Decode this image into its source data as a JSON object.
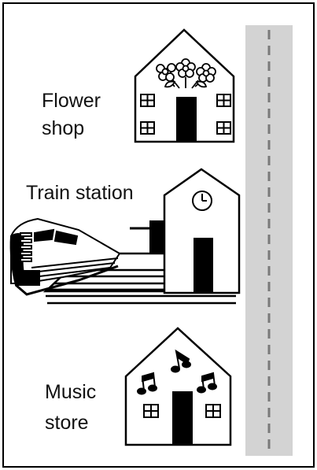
{
  "labels": {
    "flower_shop_line1": "Flower",
    "flower_shop_line2": "shop",
    "train_station": "Train station",
    "music_store_line1": "Music",
    "music_store_line2": "store"
  },
  "icons": {
    "flower": "flower-icon",
    "clock": "clock-icon",
    "train": "train-icon",
    "music_note": "music-note-icon",
    "window": "window-icon"
  },
  "colors": {
    "road": "#d3d3d3",
    "road_dashes": "#7a7a7a",
    "ink": "#000000"
  }
}
